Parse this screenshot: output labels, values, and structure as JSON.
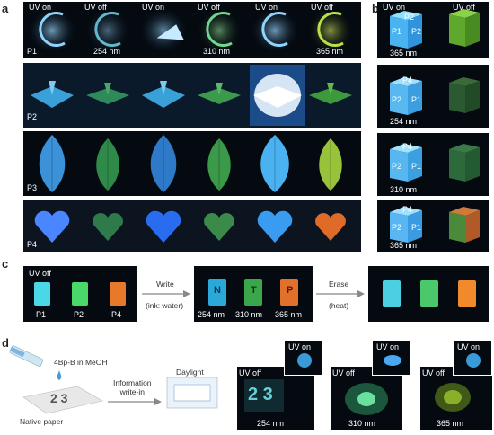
{
  "panels": {
    "a": "a",
    "b": "b",
    "c": "c",
    "d": "d"
  },
  "panel_a": {
    "top_labels": [
      "UV on",
      "UV off",
      "UV on",
      "UV off",
      "UV on",
      "UV off"
    ],
    "wavelengths": [
      "254 nm",
      "310 nm",
      "365 nm"
    ],
    "rows": [
      "P1",
      "P2",
      "P3",
      "P4"
    ]
  },
  "panel_b": {
    "uv_on": "UV on",
    "uv_off": "UV off",
    "cube_top": "P2",
    "cube_left": "P1",
    "cube_right": "P2",
    "cube_face_top": "P4",
    "cube_face_left": "P2",
    "cube_face_right": "P1",
    "wavelengths": [
      "365 nm",
      "254 nm",
      "310 nm",
      "365 nm"
    ]
  },
  "panel_c": {
    "uv_off": "UV off",
    "samples": [
      "P1",
      "P2",
      "P4"
    ],
    "write": "Write",
    "write_note": "(ink: water)",
    "letters": [
      "N",
      "T",
      "P"
    ],
    "wavelengths": [
      "254 nm",
      "310 nm",
      "365 nm"
    ],
    "erase": "Erase",
    "erase_note": "(heat)"
  },
  "panel_d": {
    "reagent": "4Bp-B in MeOH",
    "paper_text": "2 3",
    "paper_label": "Native paper",
    "step": "Information\nwrite-in",
    "daylight": "Daylight",
    "uv_on": "UV on",
    "uv_off": "UV off",
    "display": "2 3",
    "wavelengths": [
      "254 nm",
      "310 nm",
      "365 nm"
    ]
  },
  "colors": {
    "blue_glow": "#3fa8ff",
    "cyan_glow": "#4fe6e6",
    "green_glow": "#5ee07a",
    "orange": "#f07a22",
    "yellow_green": "#a8d23a"
  }
}
